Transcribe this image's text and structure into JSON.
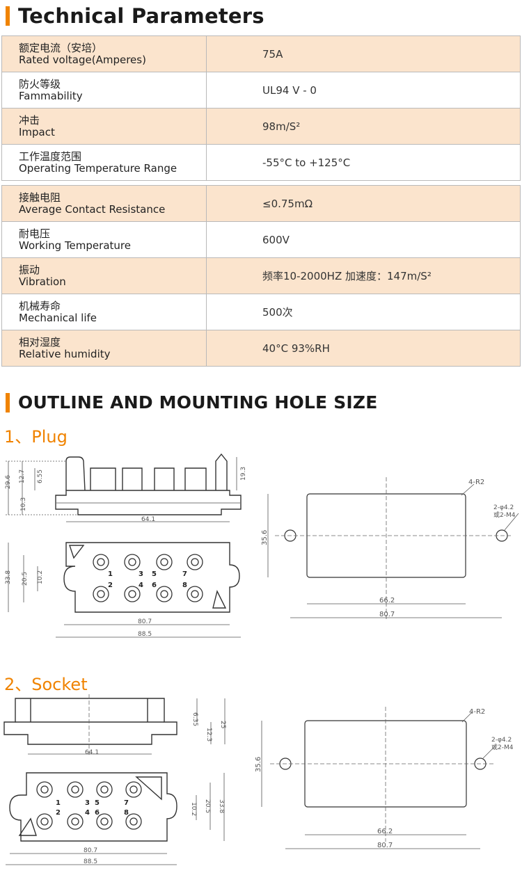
{
  "sections": {
    "technical_title": "Technical Parameters",
    "outline_title": "OUTLINE AND MOUNTING HOLE SIZE"
  },
  "table1": [
    {
      "zh": "额定电流（安培）",
      "en": "Rated voltage(Amperes)",
      "value": "75A"
    },
    {
      "zh": "防火等级",
      "en": "Fammability",
      "value": "UL94 V - 0"
    },
    {
      "zh": "冲击",
      "en": "Impact",
      "value": "98m/S²"
    },
    {
      "zh": "工作温度范围",
      "en": "Operating Temperature Range",
      "value": "-55°C to  +125°C"
    }
  ],
  "table2": [
    {
      "zh": "接触电阻",
      "en": "Average Contact Resistance",
      "value": "≤0.75mΩ"
    },
    {
      "zh": "耐电压",
      "en": "Working Temperature",
      "value": "600V"
    },
    {
      "zh": "振动",
      "en": "Vibration",
      "value": "频率10-2000HZ   加速度：147m/S²"
    },
    {
      "zh": "机械寿命",
      "en": "Mechanical life",
      "value": "500次"
    },
    {
      "zh": "相对湿度",
      "en": "Relative humidity",
      "value": "40°C    93%RH"
    }
  ],
  "plug": {
    "title": "1、Plug",
    "dims": {
      "d29_6": "29.6",
      "d12_7": "12.7",
      "d6_55": "6.55",
      "d10_3": "10.3",
      "d19_3": "19.3",
      "d64_1": "64.1",
      "d33_8": "33.8",
      "d20_5": "20.5",
      "d10_2": "10.2",
      "d80_7": "80.7",
      "d88_5": "88.5"
    },
    "pins": [
      "1",
      "2",
      "3",
      "4",
      "5",
      "6",
      "7",
      "8"
    ],
    "mount": {
      "r2": "4-R2",
      "hole": "2-φ4.2",
      "hole2": "或2-M4",
      "d35_6": "35.6",
      "d66_2": "66.2",
      "d80_7": "80.7"
    }
  },
  "socket": {
    "title": "2、Socket",
    "dims": {
      "d6_35": "6.35",
      "d12_3": "12.3",
      "d25": "25",
      "d64_1": "64.1",
      "d10_2": "10.2",
      "d20_5": "20.5",
      "d33_8": "33.8",
      "d80_7": "80.7",
      "d88_5": "88.5"
    },
    "pins": [
      "1",
      "2",
      "3",
      "4",
      "5",
      "6",
      "7",
      "8"
    ],
    "mount": {
      "r2": "4-R2",
      "hole": "2-φ4.2",
      "hole2": "或2-M4",
      "d35_6": "35.6",
      "d66_2": "66.2",
      "d80_7": "80.7"
    }
  },
  "colors": {
    "accent": "#f08300",
    "row_shade": "#fbe4cd",
    "border": "#b9b9b9"
  }
}
